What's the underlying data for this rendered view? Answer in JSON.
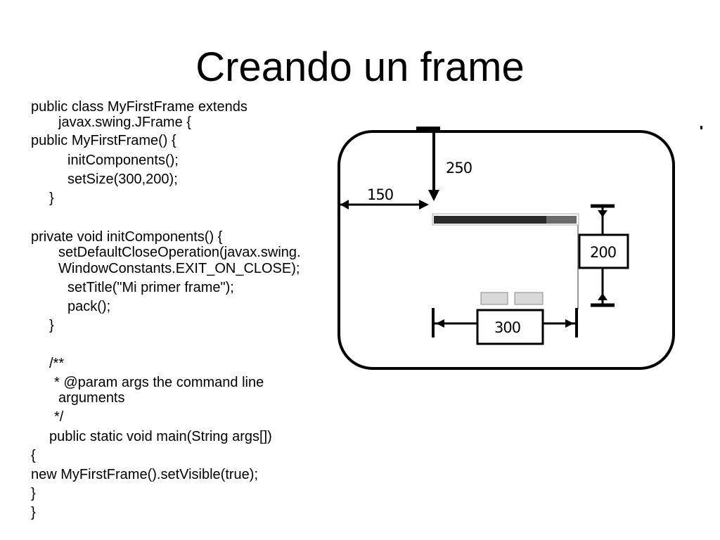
{
  "slide": {
    "title": "Creando un frame"
  },
  "code": {
    "lines": [
      "public class MyFirstFrame extends",
      "javax.swing.JFrame {",
      "public MyFirstFrame() {",
      "initComponents();",
      "setSize(300,200);",
      "}",
      "private void initComponents() {",
      "setDefaultCloseOperation(javax.swing.",
      "WindowConstants.EXIT_ON_CLOSE);",
      "setTitle(\"Mi primer frame\");",
      "pack();",
      "}",
      "/**",
      "* @param args the command line",
      "arguments",
      "*/",
      "public static void main(String args[])",
      "{",
      "new MyFirstFrame().setVisible(true);",
      "}",
      "}"
    ]
  },
  "diagram": {
    "label_top": "250",
    "label_left": "150",
    "label_height": "200",
    "label_width": "300",
    "colors": {
      "titlebar": "#2a2a2a",
      "button_face": "#d9d9d9"
    }
  }
}
